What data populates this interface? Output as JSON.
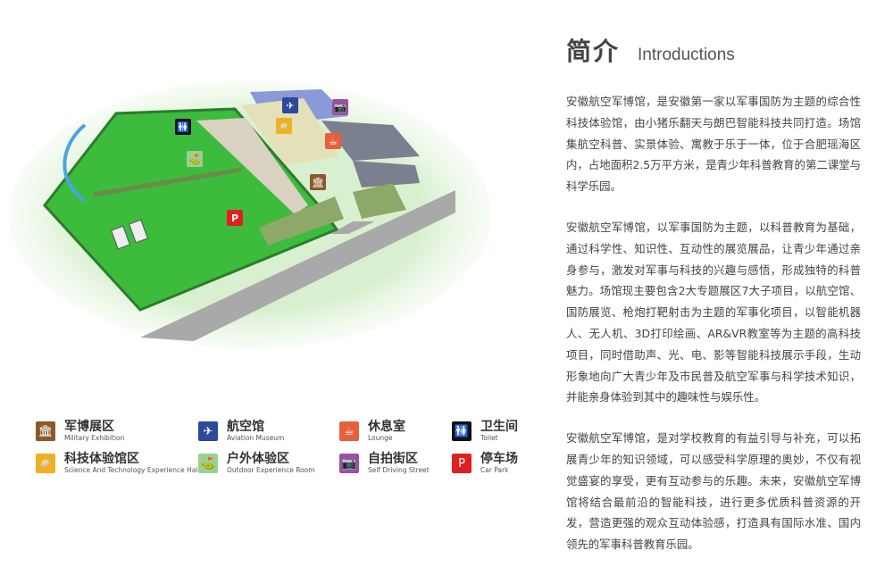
{
  "intro": {
    "title_cn": "简介",
    "title_en": "Introductions",
    "paragraphs": [
      "安徽航空军博馆，是安徽第一家以军事国防为主题的综合性科技体验馆，由小猪乐翻天与朗巴智能科技共同打造。场馆集航空科普、实景体验、寓教于乐于一体，位于合肥瑶海区内，占地面积2.5万平方米，是青少年科普教育的第二课堂与科学乐园。",
      "安徽航空军博馆，以军事国防为主题，以科普教育为基础，通过科学性、知识性、互动性的展览展品，让青少年通过亲身参与，激发对军事与科技的兴趣与感悟，形成独特的科普魅力。场馆现主要包含2大专题展区7大子项目，以航空馆、国防展览、枪炮打靶射击为主题的军事化项目，以智能机器人、无人机、3D打印绘画、AR&VR教室等为主题的高科技项目，同时借助声、光、电、影等智能科技展示手段，生动形象地向广大青少年及市民普及航空军事与科学技术知识，并能亲身体验到其中的趣味性与娱乐性。",
      "安徽航空军博馆，是对学校教育的有益引导与补充，可以拓展青少年的知识领域，可以感受科学原理的奥妙，不仅有视觉盛宴的享受，更有互动参与的乐趣。未来，安徽航空军博馆将结合最前沿的智能科技，进行更多优质科普资源的开发，营造更强的观众互动体验感，打造具有国际水准、国内领先的军事科普教育乐园。"
    ]
  },
  "legend": [
    {
      "cn": "军博展区",
      "en": "Military Exhibition",
      "icon": "museum-icon",
      "color": "#8a5a2b",
      "glyph": "🏛"
    },
    {
      "cn": "航空馆",
      "en": "Aviation Museum",
      "icon": "airplane-icon",
      "color": "#2c4a9c",
      "glyph": "✈"
    },
    {
      "cn": "休息室",
      "en": "Lounge",
      "icon": "coffee-cup-icon",
      "color": "#e8603a",
      "glyph": "☕"
    },
    {
      "cn": "卫生间",
      "en": "Toilet",
      "icon": "toilet-icon",
      "color": "#111111",
      "glyph": "🚻"
    },
    {
      "cn": "科技体验馆区",
      "en": "Science And Technology Experience Hall",
      "icon": "planet-icon",
      "color": "#f0b020",
      "glyph": "🪐"
    },
    {
      "cn": "户外体验区",
      "en": "Outdoor Experience Room",
      "icon": "outdoor-icon",
      "color": "#9ccf8e",
      "glyph": "⛳"
    },
    {
      "cn": "自拍街区",
      "en": "Self Driving Street",
      "icon": "camera-icon",
      "color": "#9b4fa5",
      "glyph": "📷"
    },
    {
      "cn": "停车场",
      "en": "Car Park",
      "icon": "parking-icon",
      "color": "#e02020",
      "glyph": "P"
    }
  ]
}
